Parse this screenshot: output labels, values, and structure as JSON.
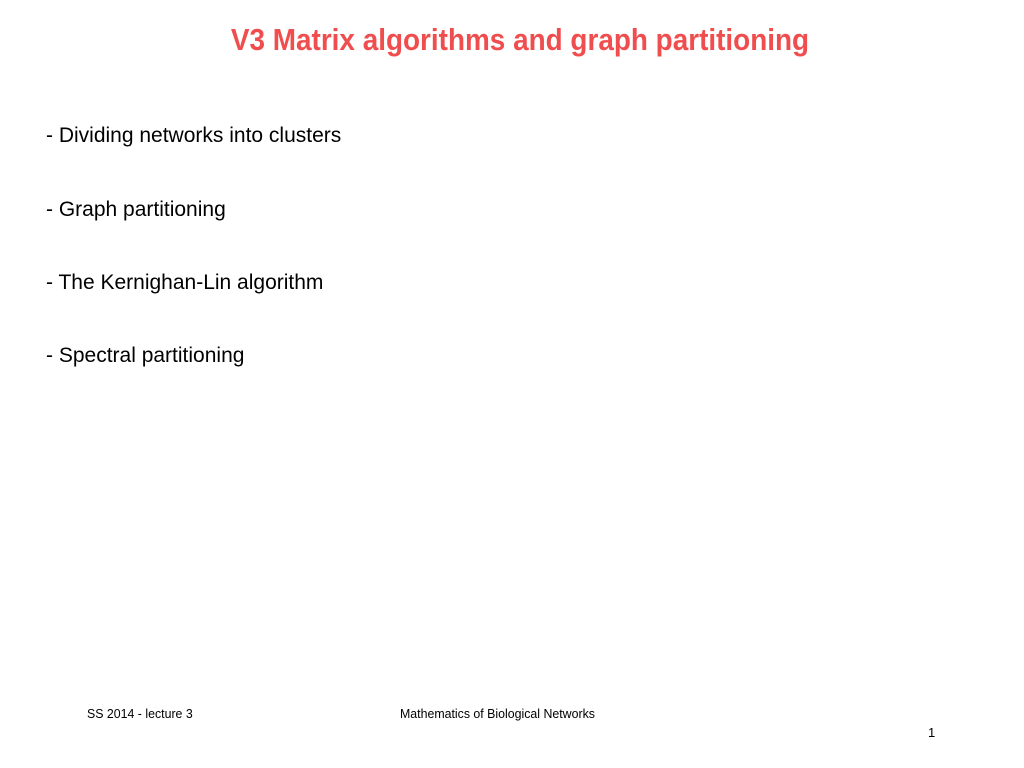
{
  "slide": {
    "title": "V3 Matrix algorithms and graph partitioning",
    "title_color": "#f04e4e",
    "bullets": [
      "- Dividing networks into clusters",
      "- Graph partitioning",
      "- The Kernighan-Lin algorithm",
      "- Spectral partitioning"
    ]
  },
  "footer": {
    "left": "SS 2014 - lecture 3",
    "center": "Mathematics of Biological Networks",
    "page_number": "1"
  }
}
